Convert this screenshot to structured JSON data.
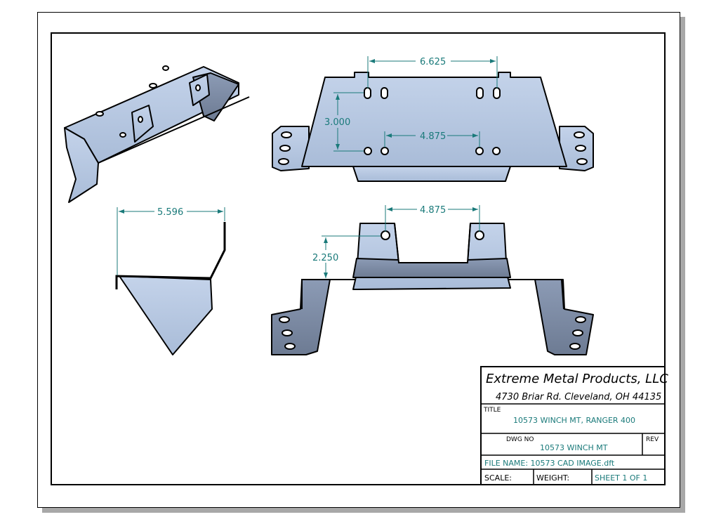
{
  "title_block": {
    "company": "Extreme Metal Products, LLC",
    "address": "4730 Briar Rd. Cleveland, OH 44135",
    "title_label": "TITLE",
    "title_value": "10573 WINCH MT, RANGER 400",
    "dwg_label": "DWG NO",
    "dwg_value": "10573 WINCH MT",
    "rev_label": "REV",
    "file_name": "FILE NAME: 10573 CAD IMAGE.dft",
    "scale_label": "SCALE:",
    "weight_label": "WEIGHT:",
    "sheet": "SHEET 1 OF 1"
  },
  "dimensions": {
    "top_width": "6.625",
    "top_vertical": "3.000",
    "top_inner": "4.875",
    "front_inner": "4.875",
    "front_height": "2.250",
    "side_width": "5.596"
  },
  "colors": {
    "dimension": "#1a7a7a",
    "part": "#b8c8e2"
  }
}
